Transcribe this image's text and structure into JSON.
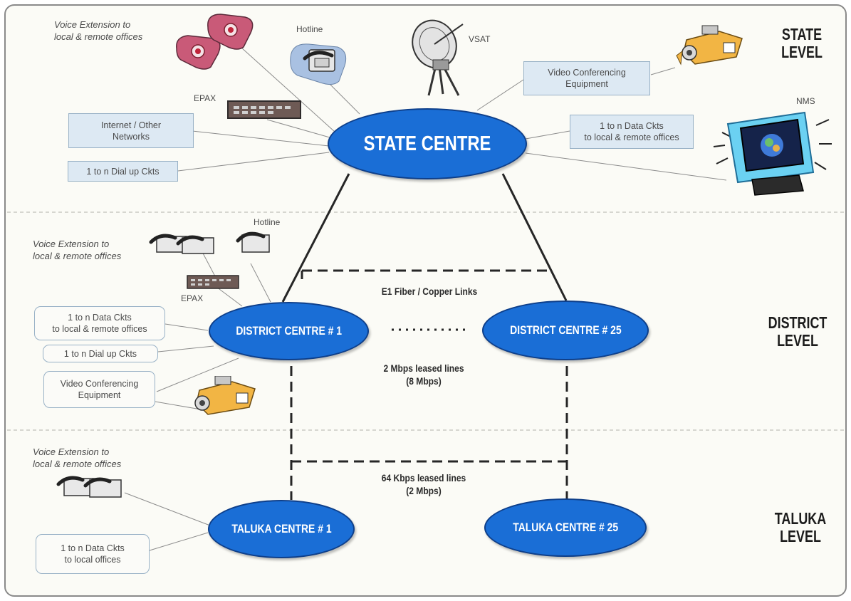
{
  "levels": {
    "state": "STATE\nLEVEL",
    "district": "DISTRICT\nLEVEL",
    "taluka": "TALUKA\nLEVEL"
  },
  "nodes": {
    "state_centre": "STATE CENTRE",
    "district_1": "DISTRICT CENTRE # 1",
    "district_25": "DISTRICT CENTRE # 25",
    "taluka_1": "TALUKA CENTRE # 1",
    "taluka_25": "TALUKA CENTRE # 25"
  },
  "state_level": {
    "voice_extension": "Voice Extension to\nlocal & remote offices",
    "hotline": "Hotline",
    "vsat": "VSAT",
    "epax": "EPAX",
    "video_conf": "Video Conferencing\nEquipment",
    "nms": "NMS",
    "internet": "Internet / Other\nNetworks",
    "data_ckts": "1 to n Data Ckts\nto local & remote offices",
    "dialup_ckts": "1 to n Dial up Ckts"
  },
  "district_level": {
    "voice_extension": "Voice Extension to\nlocal & remote offices",
    "hotline": "Hotline",
    "epax": "EPAX",
    "data_ckts": "1 to n Data Ckts\nto local & remote offices",
    "dialup_ckts": "1 to n Dial up Ckts",
    "video_conf": "Video Conferencing\nEquipment"
  },
  "taluka_level": {
    "voice_extension": "Voice Extension to\nlocal & remote offices",
    "data_ckts": "1 to n Data Ckts\nto local offices"
  },
  "links": {
    "e1": "E1 Fiber / Copper Links",
    "district_leased": "2 Mbps leased lines\n(8 Mbps)",
    "taluka_leased": "64 Kbps leased lines\n(2 Mbps)"
  },
  "colors": {
    "node_fill": "#1a6ed6",
    "node_border": "#0e3f8a",
    "box_fill": "#dde9f3",
    "box_border": "#98b1c6"
  }
}
